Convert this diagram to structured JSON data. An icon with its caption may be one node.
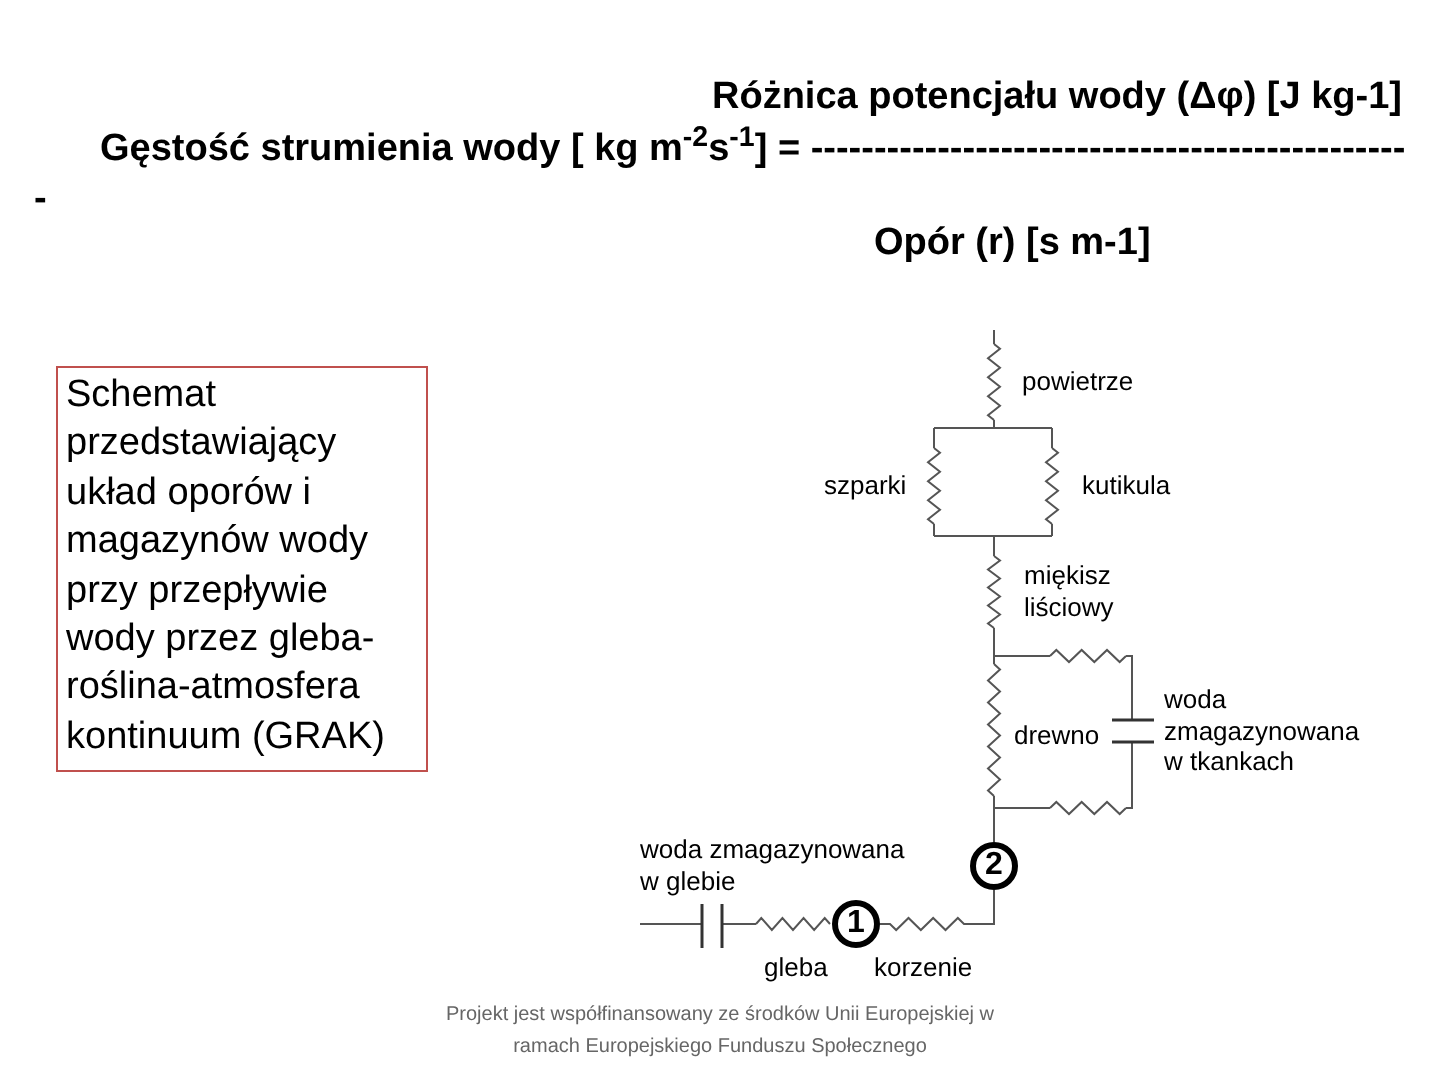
{
  "diagram": {
    "nodes": [
      {
        "text": [
          "Schemat przedstawiający układ oporów i magazynów wody przy przepływie wody przez gleba-roślina-atmosfera kontinuum (GRAK)"
        ]
      },
      {
        "text": [
          "2"
        ]
      },
      {
        "text": [
          "1"
        ]
      }
    ],
    "edges": [
      {
        "from": 1,
        "to": 2,
        "arrow": "none"
      }
    ],
    "labels": [
      "Różnica potencjału wody (Δφ) [J kg-1]",
      "Gęstość strumienia wody [ kg m$^{-2}$s$^{-1}$] = -----------------------------------------------",
      "-",
      "Opór (r) [s m-1]",
      "powietrze",
      "szparki",
      "kutikula",
      "miękisz liściowy",
      "drewno",
      "woda zmagazynowana w tkankach",
      "woda zmagazynowana w glebie",
      "gleba",
      "korzenie",
      "Projekt jest współfinansowany ze środków Unii Europejskiej w ramach Europejskiego Funduszu Społecznego"
    ]
  }
}
